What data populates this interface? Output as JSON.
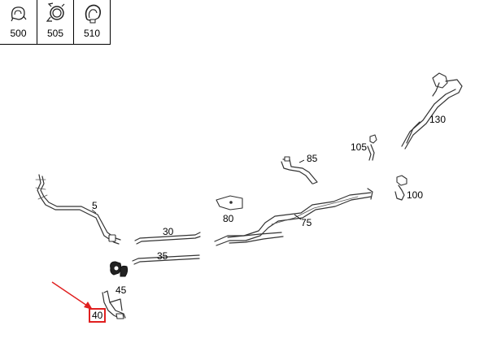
{
  "legend": {
    "cells": [
      {
        "label": "500",
        "icon": "clip-icon"
      },
      {
        "label": "505",
        "icon": "hose-clamp-icon"
      },
      {
        "label": "510",
        "icon": "bracket-clamp-icon"
      }
    ]
  },
  "callouts": {
    "p5": "5",
    "p30": "30",
    "p35": "35",
    "p40": "40",
    "p45": "45",
    "p75": "75",
    "p80": "80",
    "p85": "85",
    "p100": "100",
    "p105": "105",
    "p130": "130"
  },
  "colors": {
    "highlight": "#e02020",
    "line": "#333333"
  }
}
